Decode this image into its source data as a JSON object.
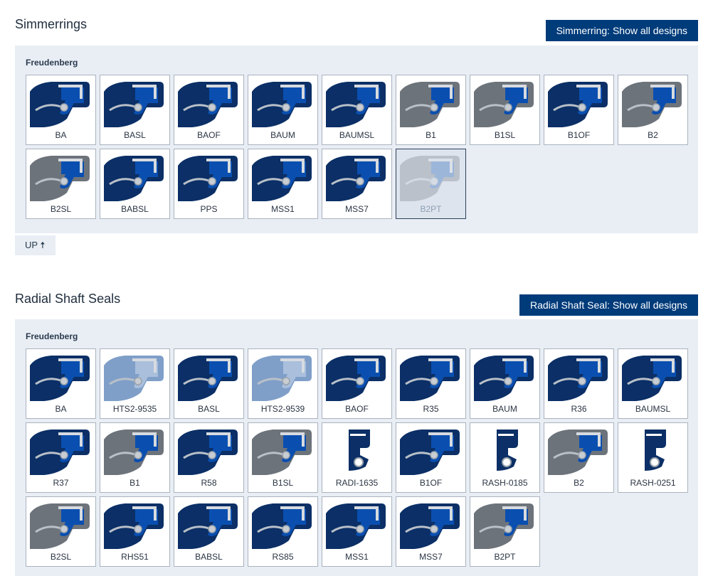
{
  "colors": {
    "brand_blue": "#003b7a",
    "seal_blue": "#0a4fb0",
    "seal_dark": "#0b2f66",
    "panel_bg": "#e9eef5"
  },
  "simmerrings": {
    "title": "Simmerrings",
    "show_all_label": "Simmerring: Show all designs",
    "manufacturer": "Freudenberg",
    "up_label": "UP 🠅",
    "items": [
      {
        "label": "BA",
        "style": "dark"
      },
      {
        "label": "BASL",
        "style": "dark"
      },
      {
        "label": "BAOF",
        "style": "dark"
      },
      {
        "label": "BAUM",
        "style": "dark"
      },
      {
        "label": "BAUMSL",
        "style": "dark"
      },
      {
        "label": "B1",
        "style": "grey"
      },
      {
        "label": "B1SL",
        "style": "grey"
      },
      {
        "label": "B1OF",
        "style": "dark"
      },
      {
        "label": "B2",
        "style": "grey"
      },
      {
        "label": "B2SL",
        "style": "grey"
      },
      {
        "label": "BABSL",
        "style": "dark"
      },
      {
        "label": "PPS",
        "style": "dark"
      },
      {
        "label": "MSS1",
        "style": "dark"
      },
      {
        "label": "MSS7",
        "style": "dark"
      },
      {
        "label": "B2PT",
        "style": "grey",
        "selected": true
      }
    ]
  },
  "radial": {
    "title": "Radial Shaft Seals",
    "show_all_label": "Radial Shaft Seal: Show all designs",
    "manufacturer": "Freudenberg",
    "items": [
      {
        "label": "BA",
        "style": "dark"
      },
      {
        "label": "HTS2-9535",
        "style": "light"
      },
      {
        "label": "BASL",
        "style": "dark"
      },
      {
        "label": "HTS2-9539",
        "style": "light"
      },
      {
        "label": "BAOF",
        "style": "dark"
      },
      {
        "label": "R35",
        "style": "dark"
      },
      {
        "label": "BAUM",
        "style": "dark"
      },
      {
        "label": "R36",
        "style": "dark"
      },
      {
        "label": "BAUMSL",
        "style": "dark"
      },
      {
        "label": "R37",
        "style": "dark"
      },
      {
        "label": "B1",
        "style": "grey"
      },
      {
        "label": "R58",
        "style": "dark"
      },
      {
        "label": "B1SL",
        "style": "grey"
      },
      {
        "label": "RADI-1635",
        "style": "flat"
      },
      {
        "label": "B1OF",
        "style": "dark"
      },
      {
        "label": "RASH-0185",
        "style": "flat"
      },
      {
        "label": "B2",
        "style": "grey"
      },
      {
        "label": "RASH-0251",
        "style": "flat"
      },
      {
        "label": "B2SL",
        "style": "grey"
      },
      {
        "label": "RHS51",
        "style": "dark"
      },
      {
        "label": "BABSL",
        "style": "dark"
      },
      {
        "label": "RS85",
        "style": "dark"
      },
      {
        "label": "MSS1",
        "style": "dark"
      },
      {
        "label": "MSS7",
        "style": "dark"
      },
      {
        "label": "B2PT",
        "style": "grey"
      }
    ]
  }
}
